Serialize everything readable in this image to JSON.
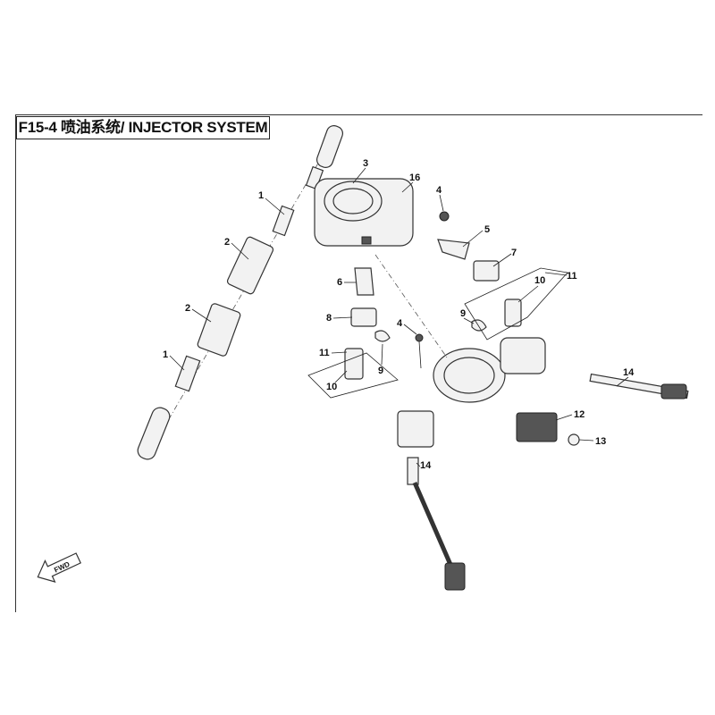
{
  "title": "F15-4 喷油系统/ INJECTOR SYSTEM",
  "fwd_label": "FWD",
  "callouts": [
    "1",
    "2",
    "2",
    "1",
    "3",
    "16",
    "4",
    "5",
    "7",
    "11",
    "10",
    "6",
    "8",
    "9",
    "4",
    "11",
    "9",
    "10",
    "14",
    "12",
    "13",
    "14"
  ]
}
